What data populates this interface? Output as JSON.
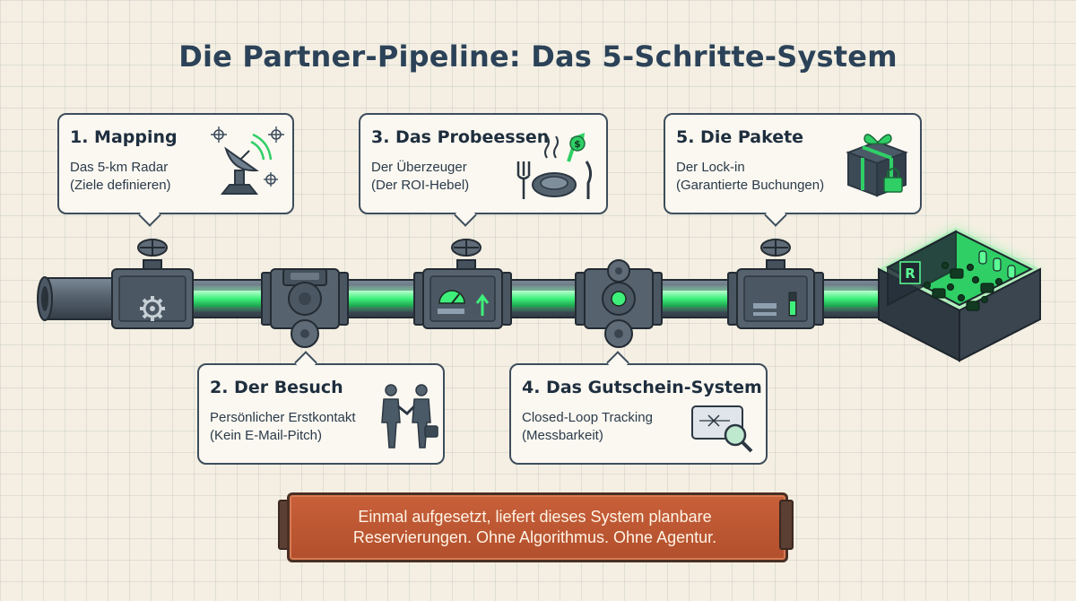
{
  "title": "Die Partner-Pipeline: Das 5-Schritte-System",
  "steps": [
    {
      "title": "1. Mapping",
      "line1": "Das 5-km Radar",
      "line2": "(Ziele definieren)",
      "icon": "radar-dish-icon"
    },
    {
      "title": "2. Der Besuch",
      "line1": "Persönlicher Erstkontakt",
      "line2": "(Kein E-Mail-Pitch)",
      "icon": "handshake-icon"
    },
    {
      "title": "3. Das Probeessen",
      "line1": "Der Überzeuger",
      "line2": "(Der ROI-Hebel)",
      "icon": "plate-cutlery-icon"
    },
    {
      "title": "4. Das Gutschein-System",
      "line1": "Closed-Loop Tracking",
      "line2": "(Messbarkeit)",
      "icon": "voucher-magnifier-icon"
    },
    {
      "title": "5. Die Pakete",
      "line1": "Der Lock-in",
      "line2": "(Garantierte Buchungen)",
      "icon": "gift-lock-icon"
    }
  ],
  "restaurant": {
    "sign": "R"
  },
  "banner": {
    "line1": "Einmal aufgesetzt, liefert dieses System planbare",
    "line2": "Reservierungen. Ohne Algorithmus. Ohne Agentur."
  },
  "colors": {
    "pipe": "#52606e",
    "pipe_dark": "#343f4a",
    "flow": "#3ef07a",
    "callout_border": "#3d4d5c",
    "banner": "#bf5a34",
    "title": "#2b4258"
  }
}
